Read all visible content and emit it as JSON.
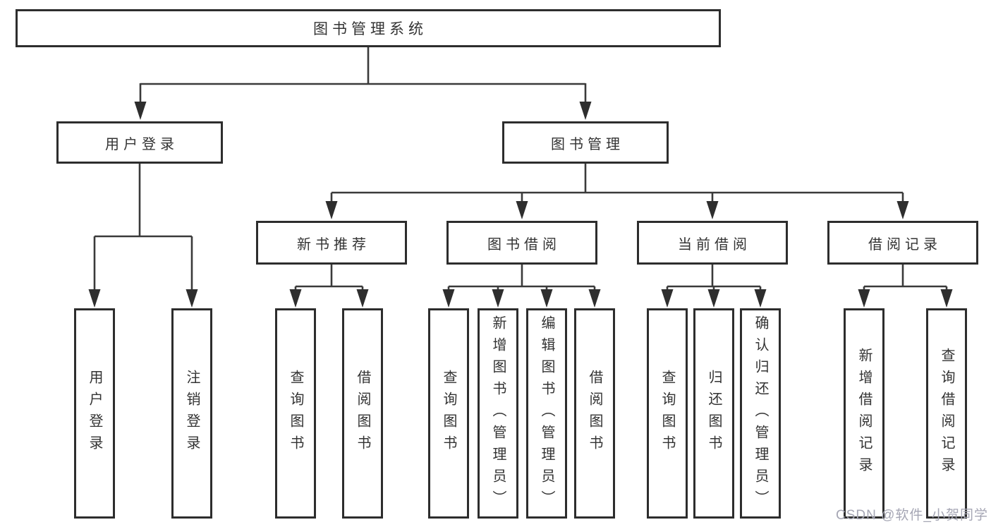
{
  "tree": {
    "root": {
      "label": "图书管理系统"
    },
    "branches": [
      {
        "label": "用户登录",
        "leaves": [
          {
            "label": "用户登录"
          },
          {
            "label": "注销登录"
          }
        ]
      },
      {
        "label": "图书管理",
        "sections": [
          {
            "label": "新书推荐",
            "leaves": [
              {
                "label": "查询图书"
              },
              {
                "label": "借阅图书"
              }
            ]
          },
          {
            "label": "图书借阅",
            "leaves": [
              {
                "label": "查询图书"
              },
              {
                "label": "新增图书（管理员）"
              },
              {
                "label": "编辑图书（管理员）"
              },
              {
                "label": "借阅图书"
              }
            ]
          },
          {
            "label": "当前借阅",
            "leaves": [
              {
                "label": "查询图书"
              },
              {
                "label": "归还图书"
              },
              {
                "label": "确认归还（管理员）"
              }
            ]
          },
          {
            "label": "借阅记录",
            "leaves": [
              {
                "label": "新增借阅记录"
              },
              {
                "label": "查询借阅记录"
              }
            ]
          }
        ]
      }
    ]
  },
  "watermark": "CSDN @软件_小贺同学",
  "colors": {
    "background": "#ffffff",
    "box_border": "#2d2d2d",
    "line": "#3a3a3a",
    "text": "#333333",
    "watermark": "#a5a6b4"
  }
}
